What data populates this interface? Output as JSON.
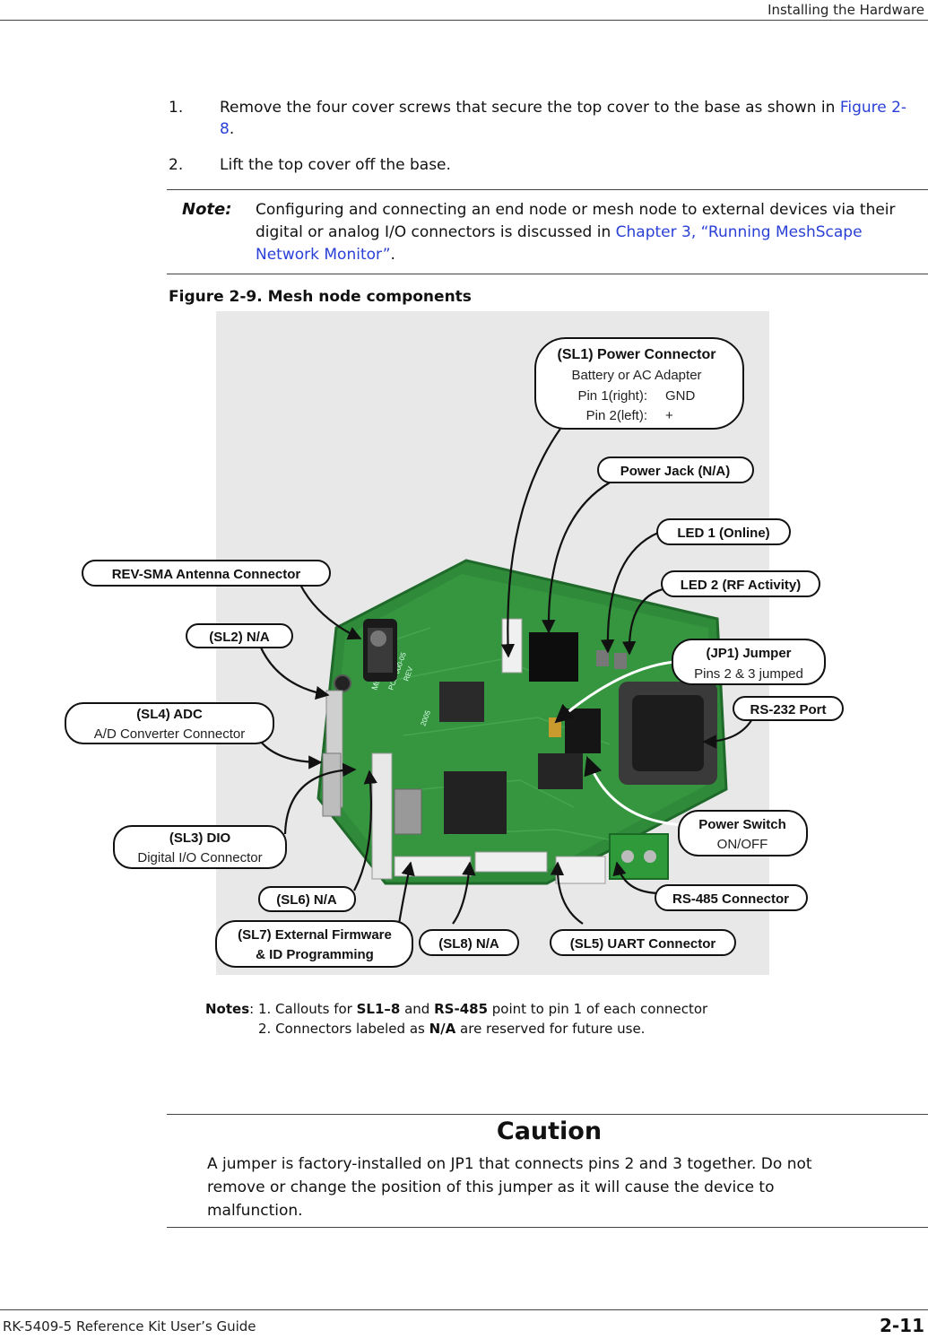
{
  "header": {
    "title": "Installing the Hardware"
  },
  "steps": [
    {
      "number": "1.",
      "text_before": "Remove the four cover screws that secure the top cover to the base as shown in ",
      "link": "Figure 2-8",
      "text_after": "."
    },
    {
      "number": "2.",
      "text": "Lift the top cover off the base."
    }
  ],
  "note": {
    "label": "Note:",
    "text_before": "Configuring and connecting an end node or mesh node to external devices via their digital or analog I/O connectors is discussed in ",
    "link": "Chapter 3, “Running MeshScape Network Monitor”",
    "text_after": "."
  },
  "figure": {
    "caption": "Figure 2-9.   Mesh node components",
    "callouts": {
      "sl1_title": "(SL1) Power Connector",
      "sl1_line1": "Battery or AC Adapter",
      "sl1_pin1_label": "Pin 1(right):",
      "sl1_pin1_value": "GND",
      "sl1_pin2_label": "Pin 2(left):",
      "sl1_pin2_value": "+",
      "power_jack": "Power Jack (N/A)",
      "led1": "LED 1 (Online)",
      "led2": "LED 2 (RF Activity)",
      "rev_sma": "REV-SMA Antenna Connector",
      "sl2": "(SL2) N/A",
      "jp1_title": "(JP1) Jumper",
      "jp1_sub": "Pins 2 & 3 jumped",
      "rs232": "RS-232 Port",
      "sl4_title": "(SL4) ADC",
      "sl4_sub": "A/D Converter Connector",
      "power_switch_title": "Power Switch",
      "power_switch_sub": "ON/OFF",
      "sl3_title": "(SL3) DIO",
      "sl3_sub": "Digital I/O Connector",
      "rs485": "RS-485 Connector",
      "sl6": "(SL6) N/A",
      "sl7_line1": "(SL7) External Firmware",
      "sl7_line2": "& ID Programming",
      "sl8": "(SL8) N/A",
      "sl5": "(SL5) UART Connector"
    },
    "board_labels": {
      "board_brand": "Millennial Net",
      "board_part": "PCA-000-05",
      "board_rev": "REV",
      "board_year": "2005"
    }
  },
  "figure_notes": {
    "lead": "Notes",
    "n1_before": ": 1. Callouts for ",
    "n1_b1": "SL1–8",
    "n1_mid": " and ",
    "n1_b2": "RS-485",
    "n1_after": " point to pin 1 of each connector",
    "n2_before": "2. Connectors labeled as ",
    "n2_b": "N/A",
    "n2_after": " are reserved for future use."
  },
  "caution": {
    "title": "Caution",
    "text": "A jumper is factory-installed on JP1 that connects pins 2 and 3 together. Do not remove or change the position of this jumper as it will cause the device to malfunction."
  },
  "footer": {
    "left": "RK-5409-5 Reference Kit User’s Guide",
    "right": "2-11"
  },
  "colors": {
    "link": "#2a3fd6",
    "pcb_green": "#2f8a3a",
    "pcb_dark": "#1f6a2a"
  }
}
